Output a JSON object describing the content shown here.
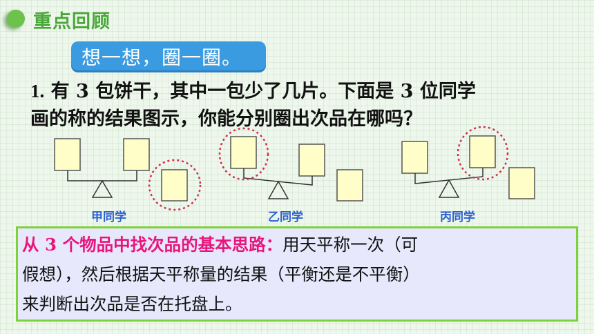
{
  "section": {
    "title": "重点回顾"
  },
  "activity": {
    "label": "想一想，圈一圈。"
  },
  "question": {
    "number": "1.",
    "line1": "有 3 包饼干，其中一包少了几片。下面是 3 位同学",
    "line2": "画的称的结果图示，你能分别圈出次品在哪吗？"
  },
  "figures": [
    {
      "label": "甲同学"
    },
    {
      "label": "乙同学"
    },
    {
      "label": "丙同学"
    }
  ],
  "note": {
    "highlight": "从 3 个物品中找次品的基本思路：",
    "line1_rest": "用天平称一次（可",
    "line2": "假想），然后根据天平称量的结果（平衡还是不平衡）",
    "line3": "来判断出次品是否在托盘上。"
  },
  "colors": {
    "accent_green": "#6cc24a",
    "pill_blue": "#3a9be0",
    "label_blue": "#2b5fd0",
    "highlight_pink": "#e8157c",
    "circle_red": "#d0304a",
    "box_yellow": "#fffdc8"
  }
}
